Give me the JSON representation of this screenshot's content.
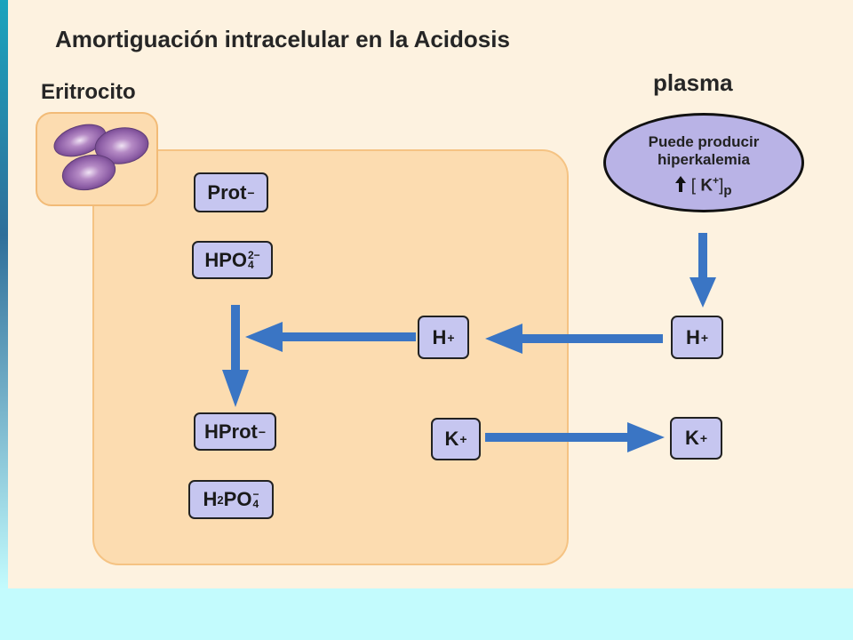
{
  "title": "Amortiguación intracelular en la Acidosis",
  "erythrocyte_label": "Eritrocito",
  "plasma_label": "plasma",
  "plasma_note": {
    "line1": "Puede producir",
    "line2": "hiperkalemia",
    "k_symbol": "K",
    "k_charge": "+",
    "k_subscript": "p"
  },
  "species": {
    "prot": {
      "base": "Prot",
      "charge": "−"
    },
    "hpo4": {
      "base": "HPO",
      "sub": "4",
      "charge": "2−"
    },
    "hprot": {
      "base": "HProt",
      "charge": "−"
    },
    "h2po4": {
      "h": "H",
      "h_sub": "2",
      "base": "PO",
      "sub": "4",
      "charge": "−"
    },
    "h_cell": {
      "base": "H",
      "charge": "+"
    },
    "k_cell": {
      "base": "K",
      "charge": "+"
    },
    "h_plasma": {
      "base": "H",
      "charge": "+"
    },
    "k_plasma": {
      "base": "K",
      "charge": "+"
    }
  },
  "colors": {
    "arrow": "#3a75c4",
    "box_fill": "#c6c6f0",
    "cell_fill": "#fcdcb0",
    "ellipse_fill": "#b9b3e6",
    "background": "#c3fbfd"
  },
  "icons": {
    "erythrocytes": "red-blood-cells-icon",
    "up_arrow": "up-arrow-icon"
  }
}
